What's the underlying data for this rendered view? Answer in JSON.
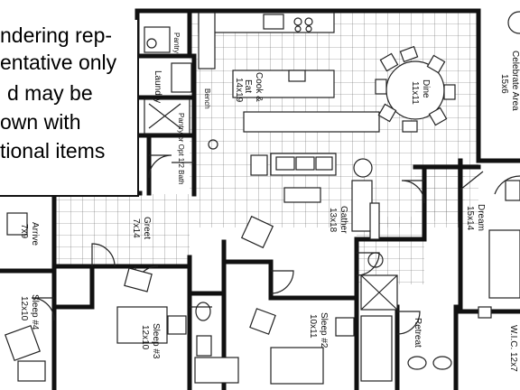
{
  "disclaimer": {
    "lines": [
      "ndering rep-",
      "entative only",
      "d may be",
      "own with",
      "tional items"
    ]
  },
  "rooms": {
    "pantry": "Pantry",
    "laundry": "Laundry",
    "bath_pantry": "Pantry or Opt 1/2 Bath",
    "bench": "Bench",
    "cook_eat_name": "Cook &",
    "cook_eat_name2": "Eat",
    "cook_eat_size": "14x19",
    "dine_name": "Dine",
    "dine_size": "11x11",
    "gather_name": "Gather",
    "gather_size": "13x18",
    "greet_name": "Greet",
    "greet_size": "7x14",
    "arrive_name": "Arrive",
    "arrive_size": "7x9",
    "dream_name": "Dream",
    "dream_size": "15x14",
    "celebrate_name": "Celebrate Area",
    "celebrate_size": "15x6",
    "sleep4_name": "Sleep #4",
    "sleep4_size": "12x10",
    "sleep3_name": "Sleep #3",
    "sleep3_size": "12x10",
    "sleep2_name": "Sleep #2",
    "sleep2_size": "10x11",
    "retreat": "Retreat",
    "wic_name": "W.I.C. 12x7"
  }
}
